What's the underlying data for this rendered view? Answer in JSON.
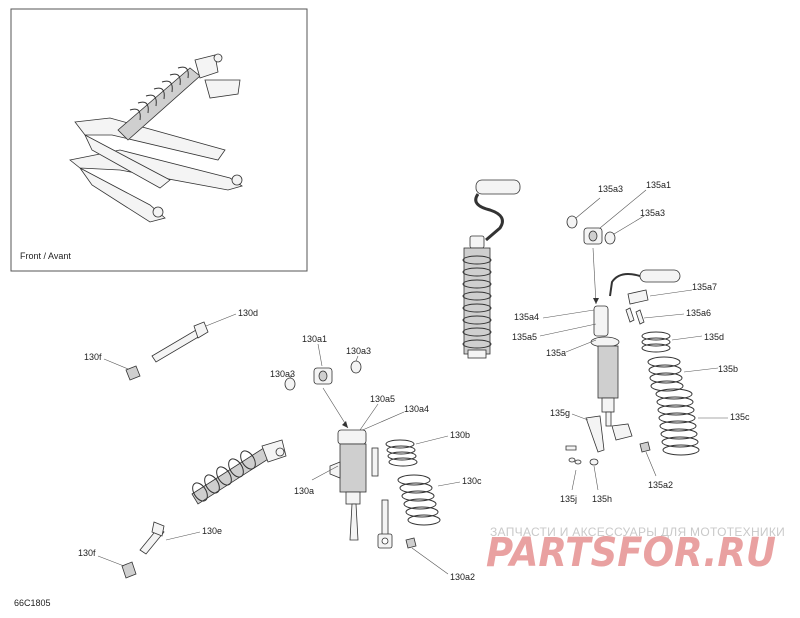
{
  "inset": {
    "caption": "Front / Avant"
  },
  "drawing_code": "66C1805",
  "labels": {
    "l130d": "130d",
    "l130f_a": "130f",
    "l130a1": "130a1",
    "l130a3_a": "130a3",
    "l130a3_b": "130a3",
    "l130a5": "130a5",
    "l130a4": "130a4",
    "l130b": "130b",
    "l130a": "130a",
    "l130c": "130c",
    "l130e": "130e",
    "l130f_b": "130f",
    "l130a2": "130a2",
    "l135a3_a": "135a3",
    "l135a1": "135a1",
    "l135a3_b": "135a3",
    "l135a7": "135a7",
    "l135a4": "135a4",
    "l135a6": "135a6",
    "l135a5": "135a5",
    "l135d": "135d",
    "l135a": "135a",
    "l135b": "135b",
    "l135g": "135g",
    "l135c": "135c",
    "l135a2": "135a2",
    "l135j": "135j",
    "l135h": "135h"
  },
  "watermark": {
    "tagline": "ЗАПЧАСТИ И АКСЕССУАРЫ ДЛЯ МОТОТЕХНИКИ",
    "logo": "PARTSFOR.RU"
  }
}
